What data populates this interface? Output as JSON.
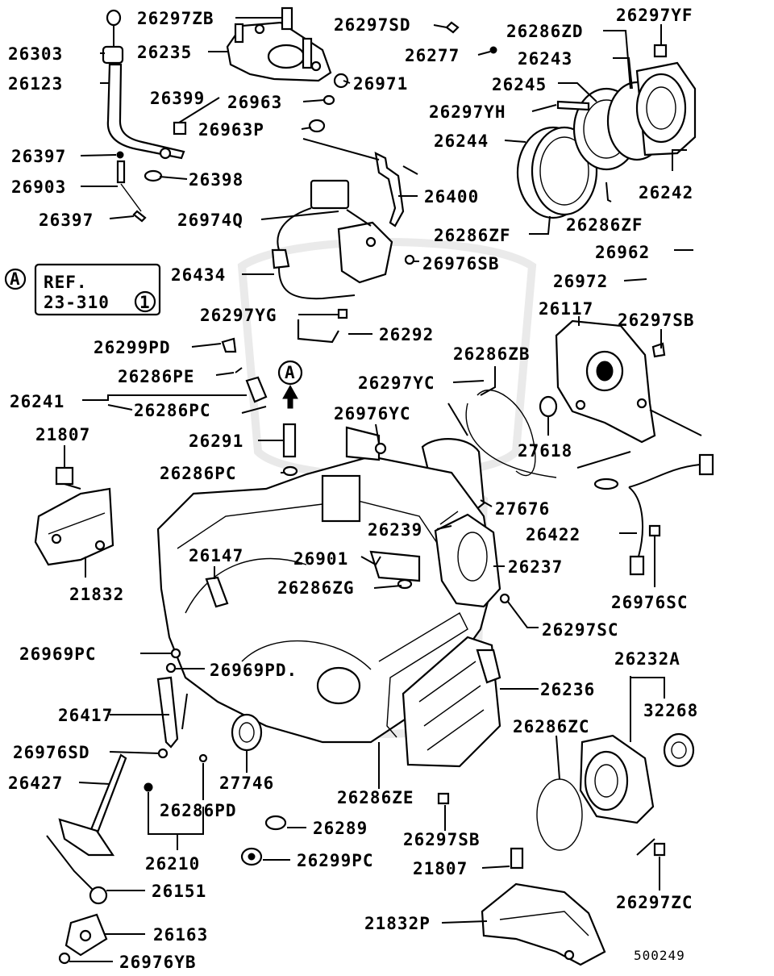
{
  "labels": {
    "l26297ZB": "26297ZB",
    "l26303": "26303",
    "l26235": "26235",
    "l26297SD": "26297SD",
    "l26286ZD": "26286ZD",
    "l26297YF": "26297YF",
    "l26123": "26123",
    "l26277": "26277",
    "l26243": "26243",
    "l26399": "26399",
    "l26971": "26971",
    "l26245": "26245",
    "l26963": "26963",
    "l26297YH": "26297YH",
    "l26963P": "26963P",
    "l26244": "26244",
    "l26397a": "26397",
    "l26242": "26242",
    "l26903": "26903",
    "l26398": "26398",
    "l26400": "26400",
    "l26286ZFa": "26286ZF",
    "l26397b": "26397",
    "l26974Q": "26974Q",
    "l26286ZFb": "26286ZF",
    "l26962": "26962",
    "l26434": "26434",
    "l26976SB": "26976SB",
    "l26972": "26972",
    "l26297YG": "26297YG",
    "l26117": "26117",
    "l26297SB_top": "26297SB",
    "l26292": "26292",
    "l26299PD": "26299PD",
    "l26286ZB": "26286ZB",
    "l26286PE": "26286PE",
    "l26297YC": "26297YC",
    "l26241": "26241",
    "l26286PC_a": "26286PC",
    "l26976YC": "26976YC",
    "l21807_top": "21807",
    "l26291": "26291",
    "l27618": "27618",
    "l26286PC_b": "26286PC",
    "l27676": "27676",
    "l26239": "26239",
    "l26422": "26422",
    "l26147": "26147",
    "l26901": "26901",
    "l26237": "26237",
    "l21832": "21832",
    "l26286ZG": "26286ZG",
    "l26976SC": "26976SC",
    "l26297SC": "26297SC",
    "l26969PC": "26969PC",
    "l26232A": "26232A",
    "l26969PD": "26969PD.",
    "l26236": "26236",
    "l32268": "32268",
    "l26417": "26417",
    "l26286ZC": "26286ZC",
    "l26976SD": "26976SD",
    "l26427": "26427",
    "l27746": "27746",
    "l26286PD": "26286PD",
    "l26286ZE": "26286ZE",
    "l26289": "26289",
    "l26297SB_bot": "26297SB",
    "l26210": "26210",
    "l26299PC": "26299PC",
    "l21807_bot": "21807",
    "l26297ZC": "26297ZC",
    "l26151": "26151",
    "l21832P": "21832P",
    "l26163": "26163",
    "l26976YB": "26976YB",
    "diagram_id": "500249"
  },
  "ref_box": {
    "circle_letter": "A",
    "line1": "REF.",
    "line2": "23-310",
    "circle_number": "1"
  },
  "callout_a": "A"
}
